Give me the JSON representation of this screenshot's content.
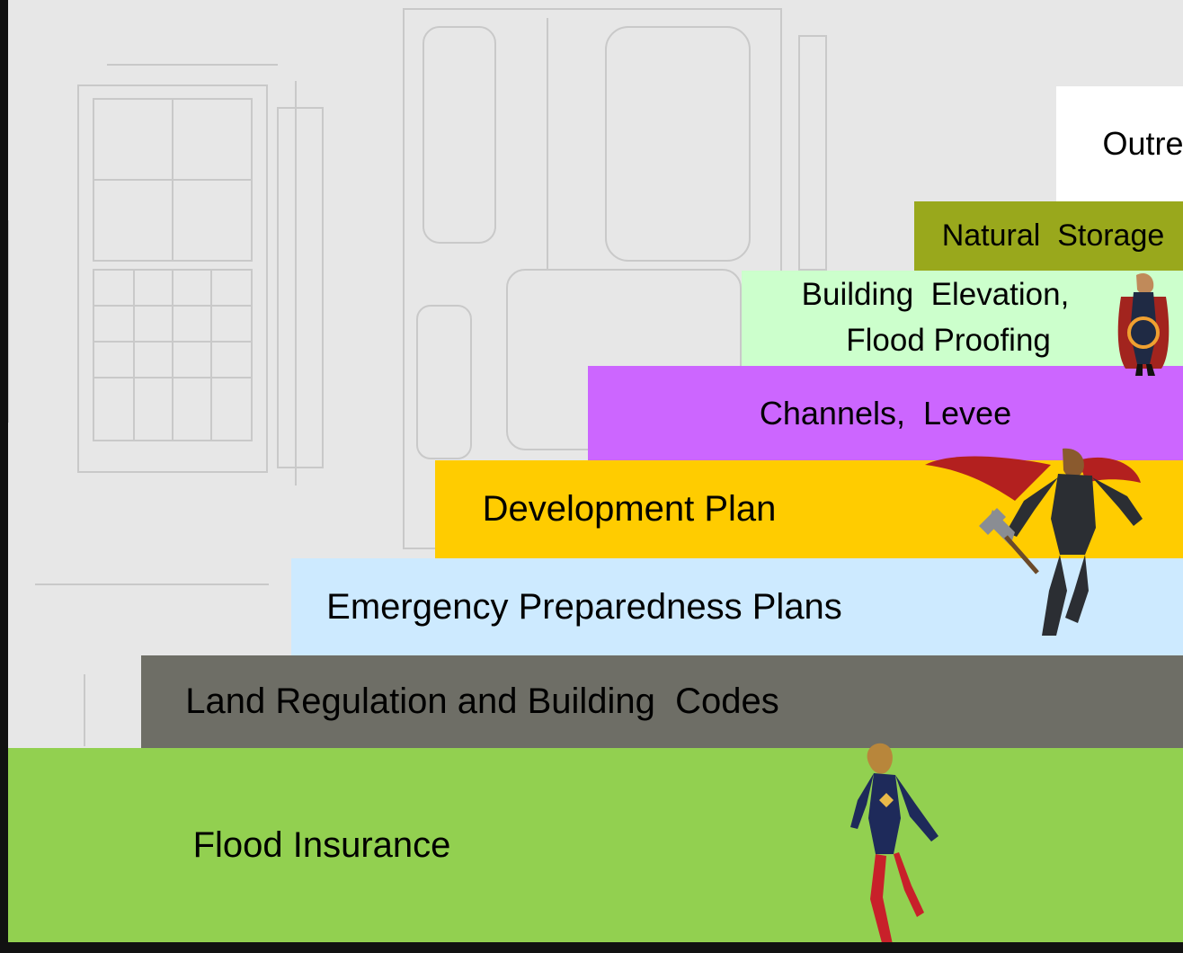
{
  "tiers": [
    {
      "id": "flood-insurance",
      "label": "Flood Insurance",
      "color": "#92d050"
    },
    {
      "id": "land-regulation",
      "label": "Land Regulation and Building  Codes",
      "color": "#6e6e66"
    },
    {
      "id": "emergency-plans",
      "label": "Emergency Preparedness Plans",
      "color": "#cdeaff"
    },
    {
      "id": "development-plan",
      "label": "Development Plan",
      "color": "#ffcc00"
    },
    {
      "id": "channels-levee",
      "label": "Channels,  Levee",
      "color": "#cc66ff"
    },
    {
      "id": "building-elevation",
      "label": "Building  Elevation,\n   Flood Proofing",
      "color": "#ccffcc"
    },
    {
      "id": "natural-storage",
      "label": "Natural  Storage",
      "color": "#99a81c"
    },
    {
      "id": "outreach",
      "label": "Outreac",
      "color": "#ffffff"
    }
  ],
  "figures": [
    {
      "name": "captain-marvel-figure",
      "costume": "#1e2a5a",
      "accent": "#c8202a",
      "trim": "#e9b949"
    },
    {
      "name": "thor-figure",
      "costume": "#2b2e33",
      "accent": "#b3201f",
      "trim": "#8a8d93"
    },
    {
      "name": "doctor-strange-figure",
      "costume": "#1f2a44",
      "accent": "#a2241e",
      "trim": "#f0a030"
    }
  ]
}
